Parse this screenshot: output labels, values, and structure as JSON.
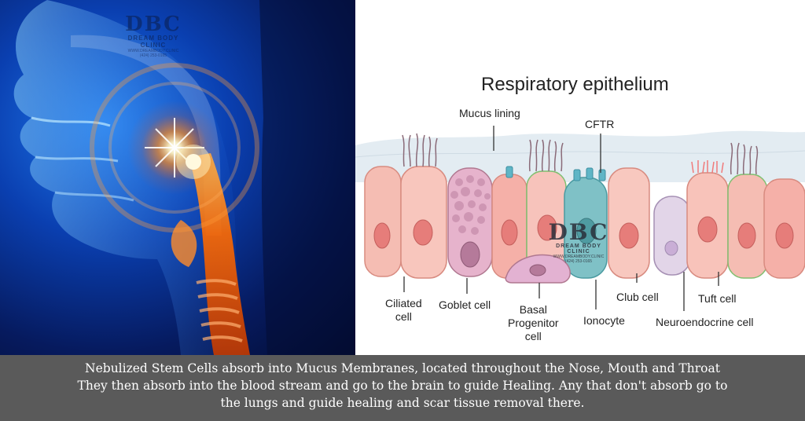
{
  "logo": {
    "mark": "DBC",
    "name": "DREAM BODY CLINIC",
    "website": "WWW.DREAMBODY.CLINIC",
    "phone": "(424) 253-0165"
  },
  "diagram": {
    "title": "Respiratory epithelium",
    "labels": {
      "mucus_lining": "Mucus lining",
      "cftr": "CFTR",
      "ciliated_1": "Ciliated",
      "ciliated_2": "cell",
      "goblet": "Goblet cell",
      "basal_1": "Basal",
      "basal_2": "Progenitor",
      "basal_3": "cell",
      "ionocyte": "Ionocyte",
      "club": "Club cell",
      "tuft": "Tuft cell",
      "neuroendocrine": "Neuroendocrine cell"
    }
  },
  "caption": {
    "line1": "Nebulized Stem Cells absorb into Mucus Membranes, located throughout the Nose, Mouth and Throat",
    "line2": "They then absorb into the blood stream and go to the brain to guide Healing. Any that don't absorb go to",
    "line3": "the lungs and guide healing and scar tissue removal there."
  },
  "colors": {
    "caption_bg": "#5a5a5a",
    "glow": "#ff7a1a",
    "ciliated_cell": "#f4b6ad",
    "goblet_cell": "#e7b7cf",
    "ionocyte": "#7fc3c8",
    "mucus": "#dfe9f0"
  }
}
